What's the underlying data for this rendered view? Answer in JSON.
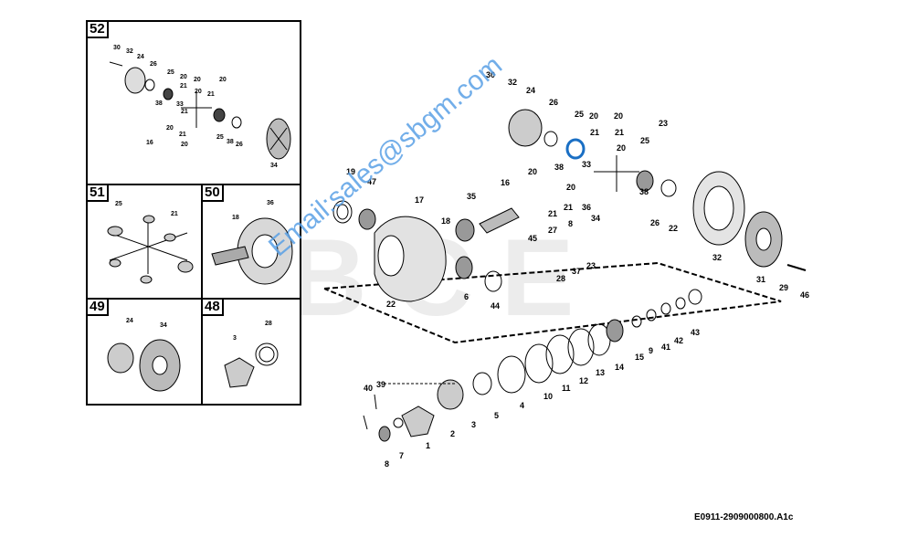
{
  "panels": [
    {
      "id": "p52",
      "number": "52",
      "labels": [
        "30",
        "32",
        "24",
        "26",
        "25",
        "20",
        "21",
        "20",
        "38",
        "33",
        "21",
        "20",
        "21",
        "20",
        "16",
        "20",
        "21",
        "20",
        "25",
        "38",
        "26",
        "34"
      ]
    },
    {
      "id": "p51",
      "number": "51",
      "labels": [
        "25",
        "21"
      ]
    },
    {
      "id": "p50",
      "number": "50",
      "labels": [
        "36",
        "18"
      ]
    },
    {
      "id": "p49",
      "number": "49",
      "labels": [
        "24",
        "34"
      ]
    },
    {
      "id": "p48",
      "number": "48",
      "labels": [
        "28",
        "3"
      ]
    }
  ],
  "main_callouts": [
    "30",
    "32",
    "24",
    "26",
    "25",
    "20",
    "21",
    "20",
    "21",
    "20",
    "38",
    "33",
    "25",
    "38",
    "26",
    "22",
    "23",
    "19",
    "47",
    "17",
    "18",
    "35",
    "16",
    "20",
    "21",
    "21",
    "20",
    "36",
    "34",
    "32",
    "31",
    "29",
    "46",
    "45",
    "27",
    "8",
    "28",
    "37",
    "23",
    "22",
    "6",
    "44",
    "43",
    "42",
    "41",
    "9",
    "15",
    "14",
    "13",
    "12",
    "11",
    "10",
    "4",
    "5",
    "3",
    "2",
    "1",
    "7",
    "8",
    "40",
    "39"
  ],
  "drawing_code": "E0911-2909000800.A1c",
  "watermark": "Email:sales@sbgm.com",
  "brand_watermark": "SBCE",
  "colors": {
    "line": "#000000",
    "watermark": "#5aa0e6",
    "brand_watermark": "#e6e6e6"
  }
}
